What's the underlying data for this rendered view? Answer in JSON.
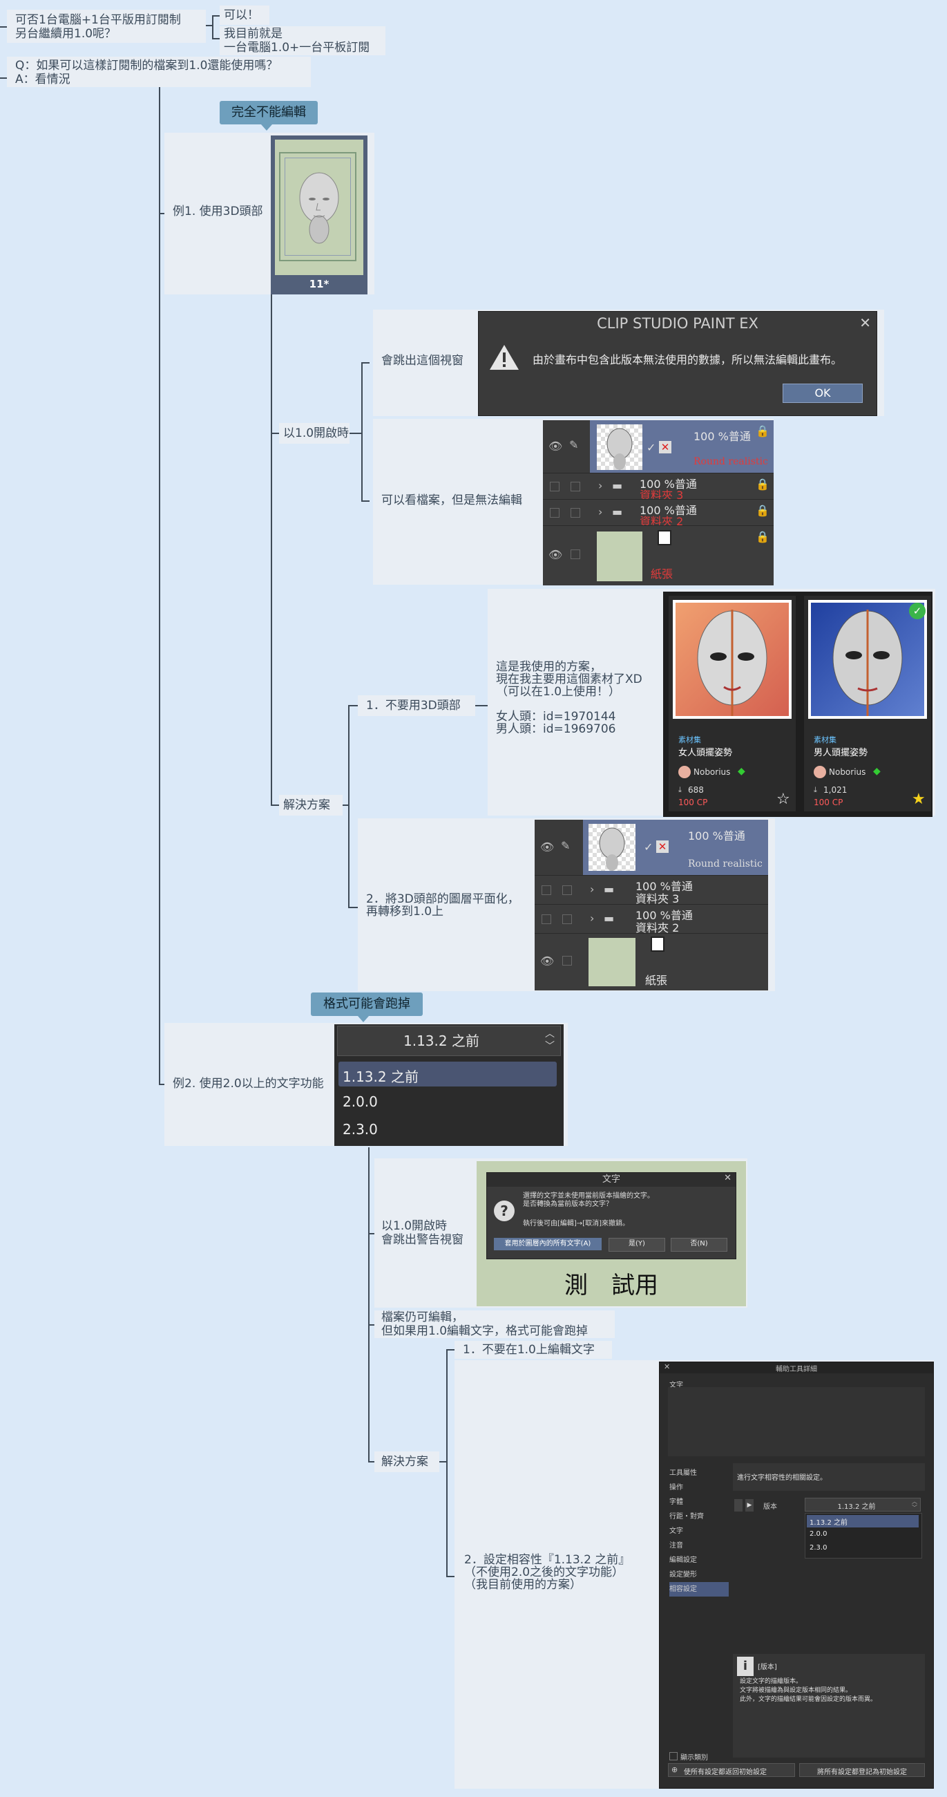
{
  "top": {
    "q1": "可否1台電腦+1台平版用訂閱制\n另台繼續用1.0呢？",
    "a1_1": "可以！",
    "a1_2": "我目前就是\n一台電腦1.0+一台平板訂閱",
    "q2": "Q：如果可以這樣訂閱制的檔案到1.0還能使用嗎？\nA：看情況"
  },
  "tags": {
    "cannot_edit": "完全不能編輯",
    "format_may_break": "格式可能會跑掉"
  },
  "example1": {
    "label": "例1. 使用3D頭部",
    "thumb_caption": "11*",
    "open_label": "以1.0開啟時",
    "popup_label": "會跳出這個視窗",
    "dialog_title": "CLIP STUDIO PAINT EX",
    "dialog_msg": "由於畫布中包含此版本無法使用的數據，所以無法編輯此畫布。",
    "dialog_ok": "OK",
    "view_label": "可以看檔案，但是無法編輯",
    "layers_locked": [
      {
        "mode": "100 %普通",
        "name": "Round realistic"
      },
      {
        "mode": "100 %普通",
        "name": "資料夾 3"
      },
      {
        "mode": "100 %普通",
        "name": "資料夾 2"
      },
      {
        "mode": "",
        "name": "紙張"
      }
    ],
    "solution_label": "解決方案",
    "sol1_label": "1．不要用3D頭部",
    "sol1_desc": "這是我使用的方案，\n現在我主要用這個素材了XD\n（可以在1.0上使用！）\n\n女人頭：id=1970144\n男人頭：id=1969706",
    "cards": [
      {
        "kind": "素材集",
        "title": "女人頭擺姿勢",
        "author": "Noborius",
        "downloads": "688",
        "cp": "100 CP"
      },
      {
        "kind": "素材集",
        "title": "男人頭擺姿勢",
        "author": "Noborius",
        "downloads": "1,021",
        "cp": "100 CP"
      }
    ],
    "sol2_label": "2．將3D頭部的圖層平面化，\n再轉移到1.0上",
    "layers_flat": [
      {
        "mode": "100 %普通",
        "name": "Round realistic"
      },
      {
        "mode": "100 %普通",
        "name": "資料夾 3"
      },
      {
        "mode": "100 %普通",
        "name": "資料夾 2"
      },
      {
        "mode": "",
        "name": "紙張"
      }
    ]
  },
  "example2": {
    "label": "例2. 使用2.0以上的文字功能",
    "select_value": "1.13.2 之前",
    "options": [
      "1.13.2 之前",
      "2.0.0",
      "2.3.0"
    ],
    "open_label": "以1.0開啟時\n會跳出警告視窗",
    "warn_title": "文字",
    "warn_msg1": "選擇的文字並未使用當前版本描繪的文字。\n是否轉換為當前版本的文字？",
    "warn_msg2": "執行後可由[編輯]→[取消]來撤銷。",
    "warn_btn_all": "套用於圖層內的所有文字(A)",
    "warn_btn_yes": "是(Y)",
    "warn_btn_no": "否(N)",
    "canvas_text": "測　試用",
    "editable_note": "檔案仍可編輯，\n但如果用1.0編輯文字，格式可能會跑掉",
    "solution_label": "解決方案",
    "sol1_label": "1．不要在1.0上編輯文字",
    "sol2_label": "2．設定相容性『1.13.2 之前』\n（不使用2.0之後的文字功能）\n（我目前使用的方案）",
    "tool_panel": {
      "title": "輔助工具詳細",
      "section": "文字",
      "categories": [
        "工具屬性",
        "操作",
        "字體",
        "行距・對齊",
        "文字",
        "注音",
        "編輯設定",
        "設定變形",
        "相容設定"
      ],
      "desc": "進行文字相容性的相關設定。",
      "version_label": "版本",
      "version_value": "1.13.2 之前",
      "version_options": [
        "1.13.2 之前",
        "2.0.0",
        "2.3.0"
      ],
      "info_title": "[版本]",
      "info_body": "設定文字的描繪版本。\n文字將被描繪為與設定版本相同的結果。\n此外，文字的描繪結果可能會因設定的版本而異。",
      "show_category": "顯示類別",
      "reset_btn": "使所有設定都返回初始設定",
      "register_btn": "將所有設定都登記為初始設定"
    }
  },
  "colors": {
    "bg": "#dbe9f8",
    "node": "#e9eef4",
    "tag": "#6e9fbd",
    "line": "#3e4a57"
  }
}
